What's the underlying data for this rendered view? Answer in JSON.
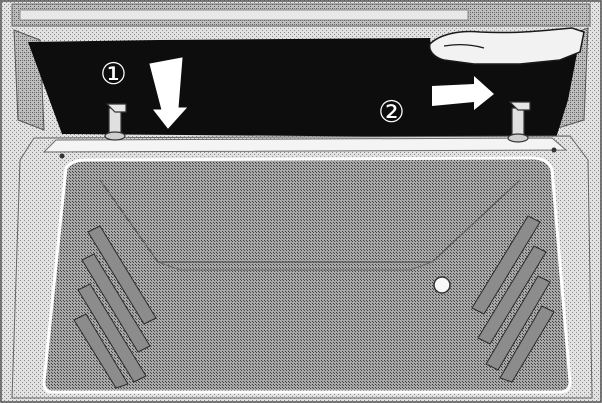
{
  "illustration": {
    "steps": [
      {
        "marker": "①",
        "direction": "down"
      },
      {
        "marker": "②",
        "direction": "right"
      }
    ],
    "colors": {
      "panel": "#0d0d0d",
      "frame": "#d4d4d4",
      "cavity": "#9a9a9a",
      "frame_outline": "#ffffff"
    }
  }
}
